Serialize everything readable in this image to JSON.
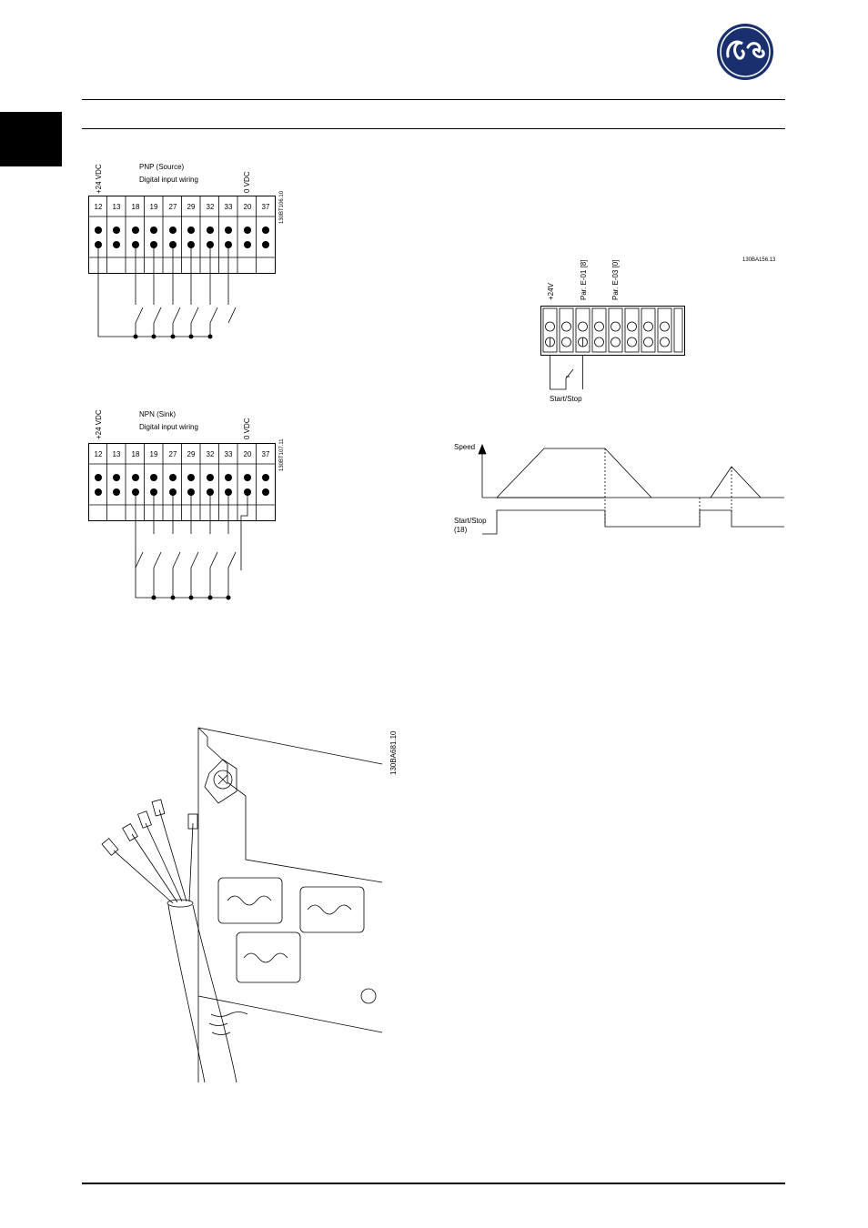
{
  "header": {
    "logo_text": "GE"
  },
  "pnp": {
    "title_line1": "PNP (Source)",
    "title_line2": "Digital input wiring",
    "v24": "+24 VDC",
    "v0": "0 VDC",
    "code": "130BT106.10",
    "terminals": [
      "12",
      "13",
      "18",
      "19",
      "27",
      "29",
      "32",
      "33",
      "20",
      "37"
    ]
  },
  "npn": {
    "title_line1": "NPN (Sink)",
    "title_line2": "Digital input wiring",
    "v24": "+24 VDC",
    "v0": "0 VDC",
    "code": "130BT107.11",
    "terminals": [
      "12",
      "13",
      "18",
      "19",
      "27",
      "29",
      "32",
      "33",
      "20",
      "37"
    ]
  },
  "startstop": {
    "label_24v": "+24V",
    "label_e01": "Par. E-01 [8]",
    "label_e03": "Par. E-03 [0]",
    "code": "130BA156.13",
    "switch_label": "Start/Stop"
  },
  "timing": {
    "speed_label": "Speed",
    "ss_label_line1": "Start/Stop",
    "ss_label_line2": "(18)"
  },
  "cable": {
    "code": "130BA681.10"
  }
}
